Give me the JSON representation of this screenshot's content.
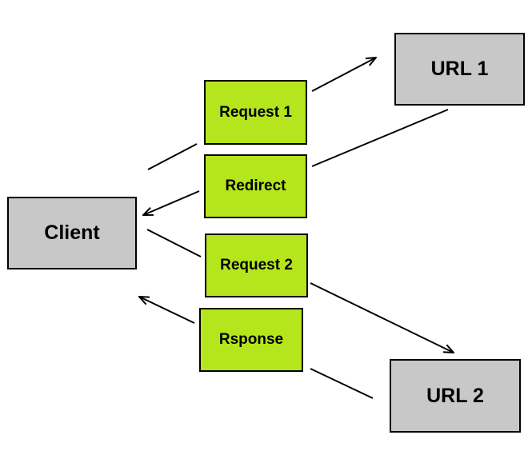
{
  "colors": {
    "endpoint_fill": "#c8c8c8",
    "message_fill": "#b5e51d",
    "stroke": "#000000"
  },
  "nodes": {
    "client": "Client",
    "url1": "URL 1",
    "url2": "URL 2"
  },
  "messages": {
    "request1": "Request 1",
    "redirect": "Redirect",
    "request2": "Request 2",
    "response": "Rsponse"
  }
}
